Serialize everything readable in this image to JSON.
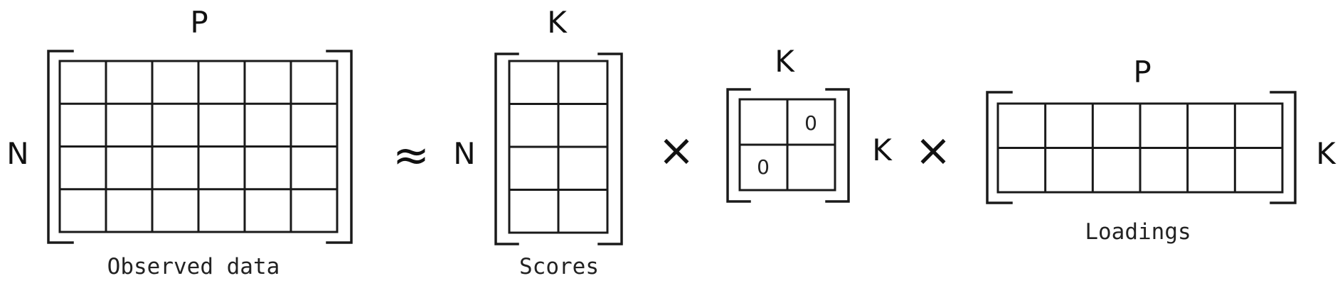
{
  "matrices": {
    "observed": {
      "row_label": "N",
      "col_label": "P",
      "caption": "Observed data",
      "rows": 4,
      "cols": 6
    },
    "scores": {
      "row_label": "N",
      "col_label": "K",
      "caption": "Scores",
      "rows": 4,
      "cols": 2
    },
    "diagonal": {
      "row_label": "K",
      "col_label": "K",
      "rows": 2,
      "cols": 2,
      "cells": {
        "top_right": "0",
        "bottom_left": "0"
      }
    },
    "loadings": {
      "row_label": "K",
      "col_label": "P",
      "caption": "Loadings",
      "rows": 2,
      "cols": 6
    }
  },
  "operators": {
    "approx": "≈",
    "times_1": "×",
    "times_2": "×"
  }
}
